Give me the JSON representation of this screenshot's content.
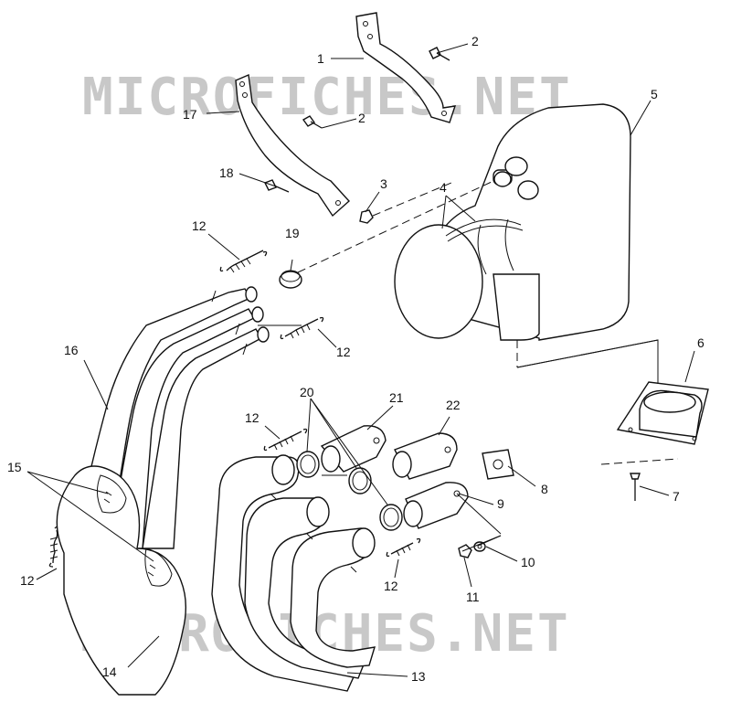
{
  "diagram": {
    "watermark_text": "MICROFICHES.NET",
    "watermark_color": "#c8c8c8",
    "line_color": "#111111",
    "background_color": "#ffffff"
  },
  "callouts": [
    {
      "id": "c1",
      "label": "1"
    },
    {
      "id": "c2a",
      "label": "2"
    },
    {
      "id": "c2b",
      "label": "2"
    },
    {
      "id": "c3",
      "label": "3"
    },
    {
      "id": "c4",
      "label": "4"
    },
    {
      "id": "c5",
      "label": "5"
    },
    {
      "id": "c6",
      "label": "6"
    },
    {
      "id": "c7",
      "label": "7"
    },
    {
      "id": "c8",
      "label": "8"
    },
    {
      "id": "c9",
      "label": "9"
    },
    {
      "id": "c10",
      "label": "10"
    },
    {
      "id": "c11",
      "label": "11"
    },
    {
      "id": "c12a",
      "label": "12"
    },
    {
      "id": "c12b",
      "label": "12"
    },
    {
      "id": "c12c",
      "label": "12"
    },
    {
      "id": "c12d",
      "label": "12"
    },
    {
      "id": "c12e",
      "label": "12"
    },
    {
      "id": "c13",
      "label": "13"
    },
    {
      "id": "c14",
      "label": "14"
    },
    {
      "id": "c15",
      "label": "15"
    },
    {
      "id": "c16",
      "label": "16"
    },
    {
      "id": "c17",
      "label": "17"
    },
    {
      "id": "c18",
      "label": "18"
    },
    {
      "id": "c19",
      "label": "19"
    },
    {
      "id": "c20",
      "label": "20"
    },
    {
      "id": "c21",
      "label": "21"
    },
    {
      "id": "c22",
      "label": "22"
    }
  ]
}
